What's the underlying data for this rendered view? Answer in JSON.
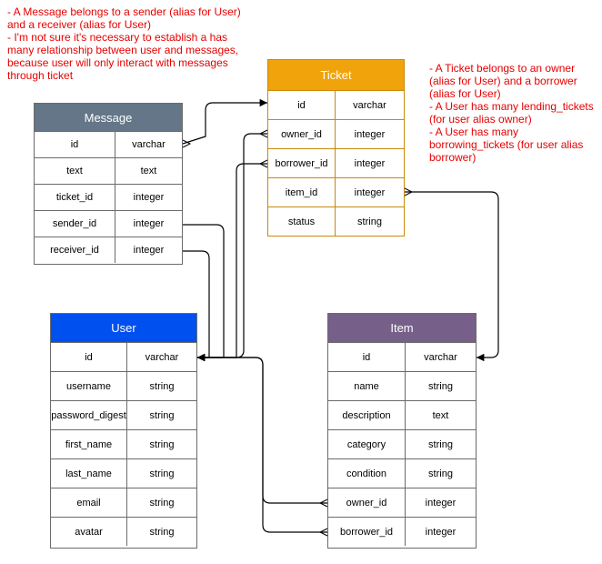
{
  "notes": {
    "message_note": [
      "- A Message belongs to a sender (alias for User)",
      "and a receiver (alias for User)",
      "- I'm not sure it's necessary to establish a has",
      "many relationship between user and messages,",
      "because user will only interact with messages",
      "through ticket"
    ],
    "ticket_note": [
      "- A Ticket belongs to an owner",
      "(alias for User) and a borrower",
      "(alias for User)",
      "- A User has many lending_tickets",
      "(for user alias owner)",
      "- A User has many",
      "borrowing_tickets (for user alias",
      "borrower)"
    ]
  },
  "colors": {
    "message_header": "#647687",
    "ticket_header": "#f0a30a",
    "ticket_border": "#c88a0a",
    "user_header": "#0050ef",
    "item_header": "#76608a"
  },
  "tables": {
    "message": {
      "title": "Message",
      "rows": [
        {
          "name": "id",
          "type": "varchar"
        },
        {
          "name": "text",
          "type": "text"
        },
        {
          "name": "ticket_id",
          "type": "integer"
        },
        {
          "name": "sender_id",
          "type": "integer"
        },
        {
          "name": "receiver_id",
          "type": "integer"
        }
      ]
    },
    "ticket": {
      "title": "Ticket",
      "rows": [
        {
          "name": "id",
          "type": "varchar"
        },
        {
          "name": "owner_id",
          "type": "integer"
        },
        {
          "name": "borrower_id",
          "type": "integer"
        },
        {
          "name": "item_id",
          "type": "integer"
        },
        {
          "name": "status",
          "type": "string"
        }
      ]
    },
    "user": {
      "title": "User",
      "rows": [
        {
          "name": "id",
          "type": "varchar"
        },
        {
          "name": "username",
          "type": "string"
        },
        {
          "name": "password_digest",
          "type": "string"
        },
        {
          "name": "first_name",
          "type": "string"
        },
        {
          "name": "last_name",
          "type": "string"
        },
        {
          "name": "email",
          "type": "string"
        },
        {
          "name": "avatar",
          "type": "string"
        }
      ]
    },
    "item": {
      "title": "Item",
      "rows": [
        {
          "name": "id",
          "type": "varchar"
        },
        {
          "name": "name",
          "type": "string"
        },
        {
          "name": "description",
          "type": "text"
        },
        {
          "name": "category",
          "type": "string"
        },
        {
          "name": "condition",
          "type": "string"
        },
        {
          "name": "owner_id",
          "type": "integer"
        },
        {
          "name": "borrower_id",
          "type": "integer"
        }
      ]
    }
  }
}
